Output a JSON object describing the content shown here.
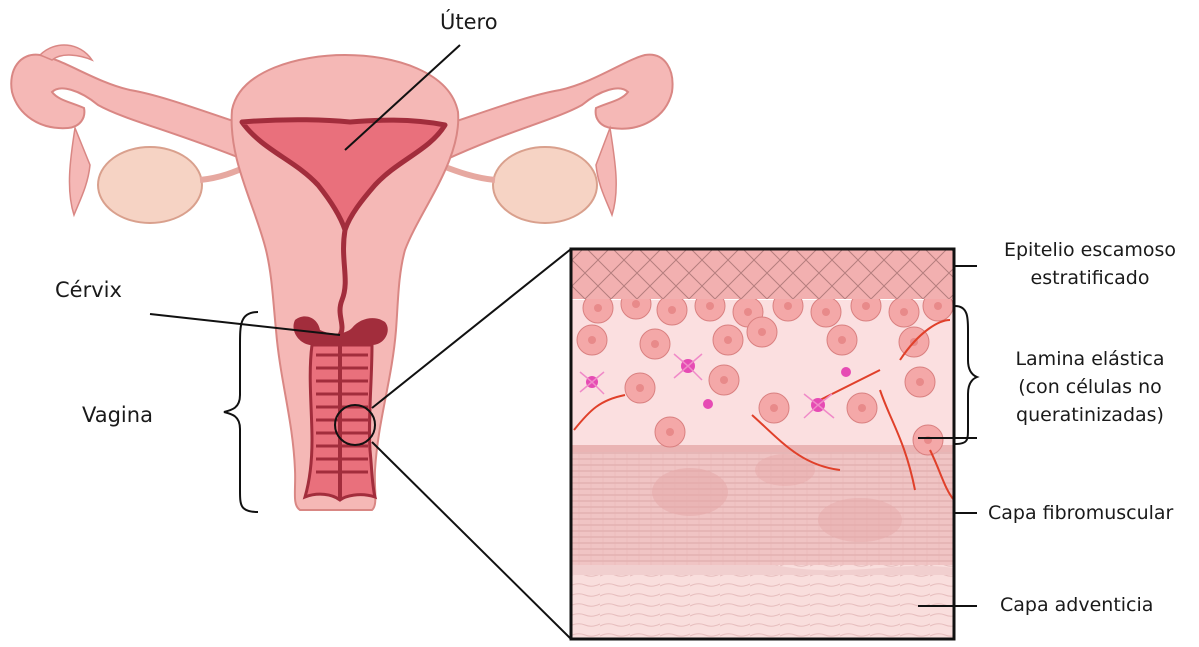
{
  "labels": {
    "utero": "Útero",
    "cervix": "Cérvix",
    "vagina": "Vagina",
    "epitelio_l1": "Epitelio escamoso",
    "epitelio_l2": "estratificado",
    "lamina_l1": "Lamina elástica",
    "lamina_l2": "(con células no",
    "lamina_l3": "queratinizadas)",
    "fibromuscular": "Capa fibromuscular",
    "adventicia": "Capa adventicia"
  },
  "colors": {
    "tissue": "#f5b8b6",
    "tissue_outline": "#d98784",
    "cavity": "#e9707c",
    "dark_tissue": "#a22d3c",
    "ovary": "#f6d3c4",
    "epithelium": "#f2b0b0",
    "lamina": "#fbdfe0",
    "cell": "#f4a8a8",
    "fibromuscular": "#f0c4c4",
    "adventitia": "#f9dedd",
    "vessel": "#e0402a",
    "nerve": "#e64bb4"
  }
}
